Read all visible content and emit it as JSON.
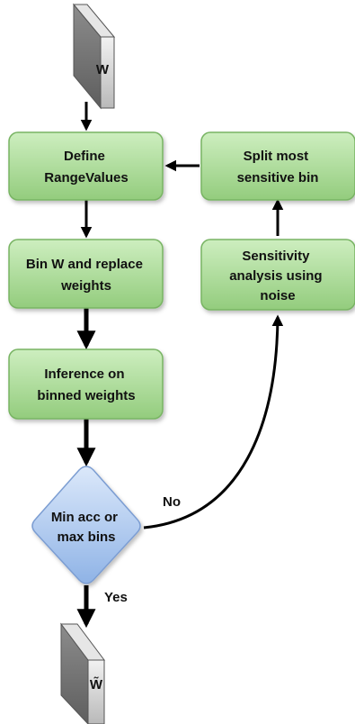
{
  "nodes": {
    "input_file": {
      "label": "W"
    },
    "define": {
      "lines": [
        "Define",
        "RangeValues"
      ]
    },
    "bin": {
      "lines": [
        "Bin W and replace",
        "weights"
      ]
    },
    "inference": {
      "lines": [
        "Inference on",
        "binned weights"
      ]
    },
    "decision": {
      "lines": [
        "Min acc or",
        "max bins"
      ]
    },
    "sensitivity": {
      "lines": [
        "Sensitivity",
        "analysis using",
        "noise"
      ]
    },
    "split": {
      "lines": [
        "Split most",
        "sensitive bin"
      ]
    },
    "output_file": {
      "label": "W̃"
    }
  },
  "edges": {
    "no_label": "No",
    "yes_label": "Yes"
  },
  "colors": {
    "process_fill": "#9fd48c",
    "process_stroke": "#7bb866",
    "decision_fill": "#a6c6ee",
    "decision_stroke": "#7f9fcf",
    "file_fill": "#d6d6d6",
    "file_side": "#9a9a9a",
    "arrow": "#000000"
  }
}
